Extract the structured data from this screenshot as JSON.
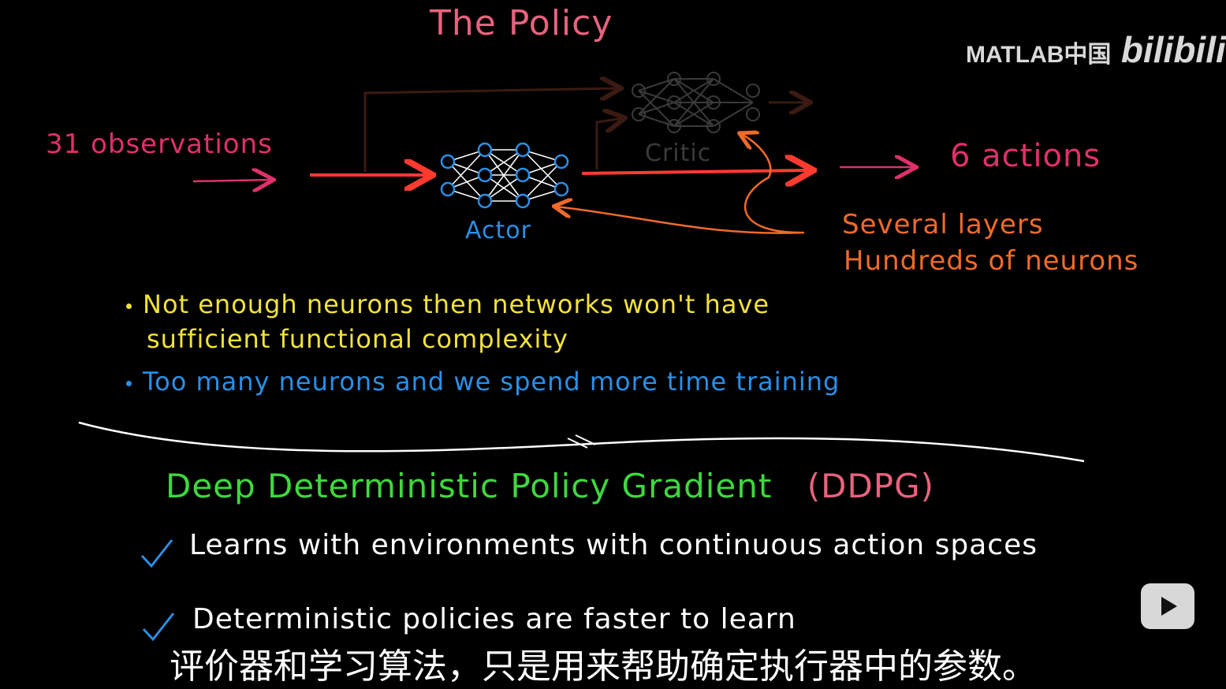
{
  "slide": {
    "title": "The Policy",
    "observations": "31 observations",
    "actor_label": "Actor",
    "critic_label": "Critic",
    "actions": "6 actions",
    "layers_line1": "Several layers",
    "layers_line2": "Hundreds of neurons",
    "bullet1_line1": "Not enough neurons then networks won't have",
    "bullet1_line2": "sufficient functional complexity",
    "bullet2": "Too many neurons and we spend more time training",
    "ddpg_title": "Deep Deterministic Policy Gradient",
    "ddpg_abbr": "(DDPG)",
    "check1": "Learns with environments with continuous action spaces",
    "check2": "Deterministic policies are faster to learn"
  },
  "overlay": {
    "watermark_text": "MATLAB中国",
    "watermark_logo": "bilibili",
    "play_icon": "play-icon",
    "subtitle": "评价器和学习算法，只是用来帮助确定执行器中的参数。"
  },
  "colors": {
    "title_pink": "#e8627e",
    "obs_magenta": "#e0306a",
    "arrow_red": "#ff3b30",
    "actor_blue": "#2a8fe6",
    "critic_gray": "#3a3a3a",
    "orange": "#f06a2a",
    "yellow": "#f2e23a",
    "green": "#3ed83e",
    "check_blue": "#2a8fe6"
  }
}
